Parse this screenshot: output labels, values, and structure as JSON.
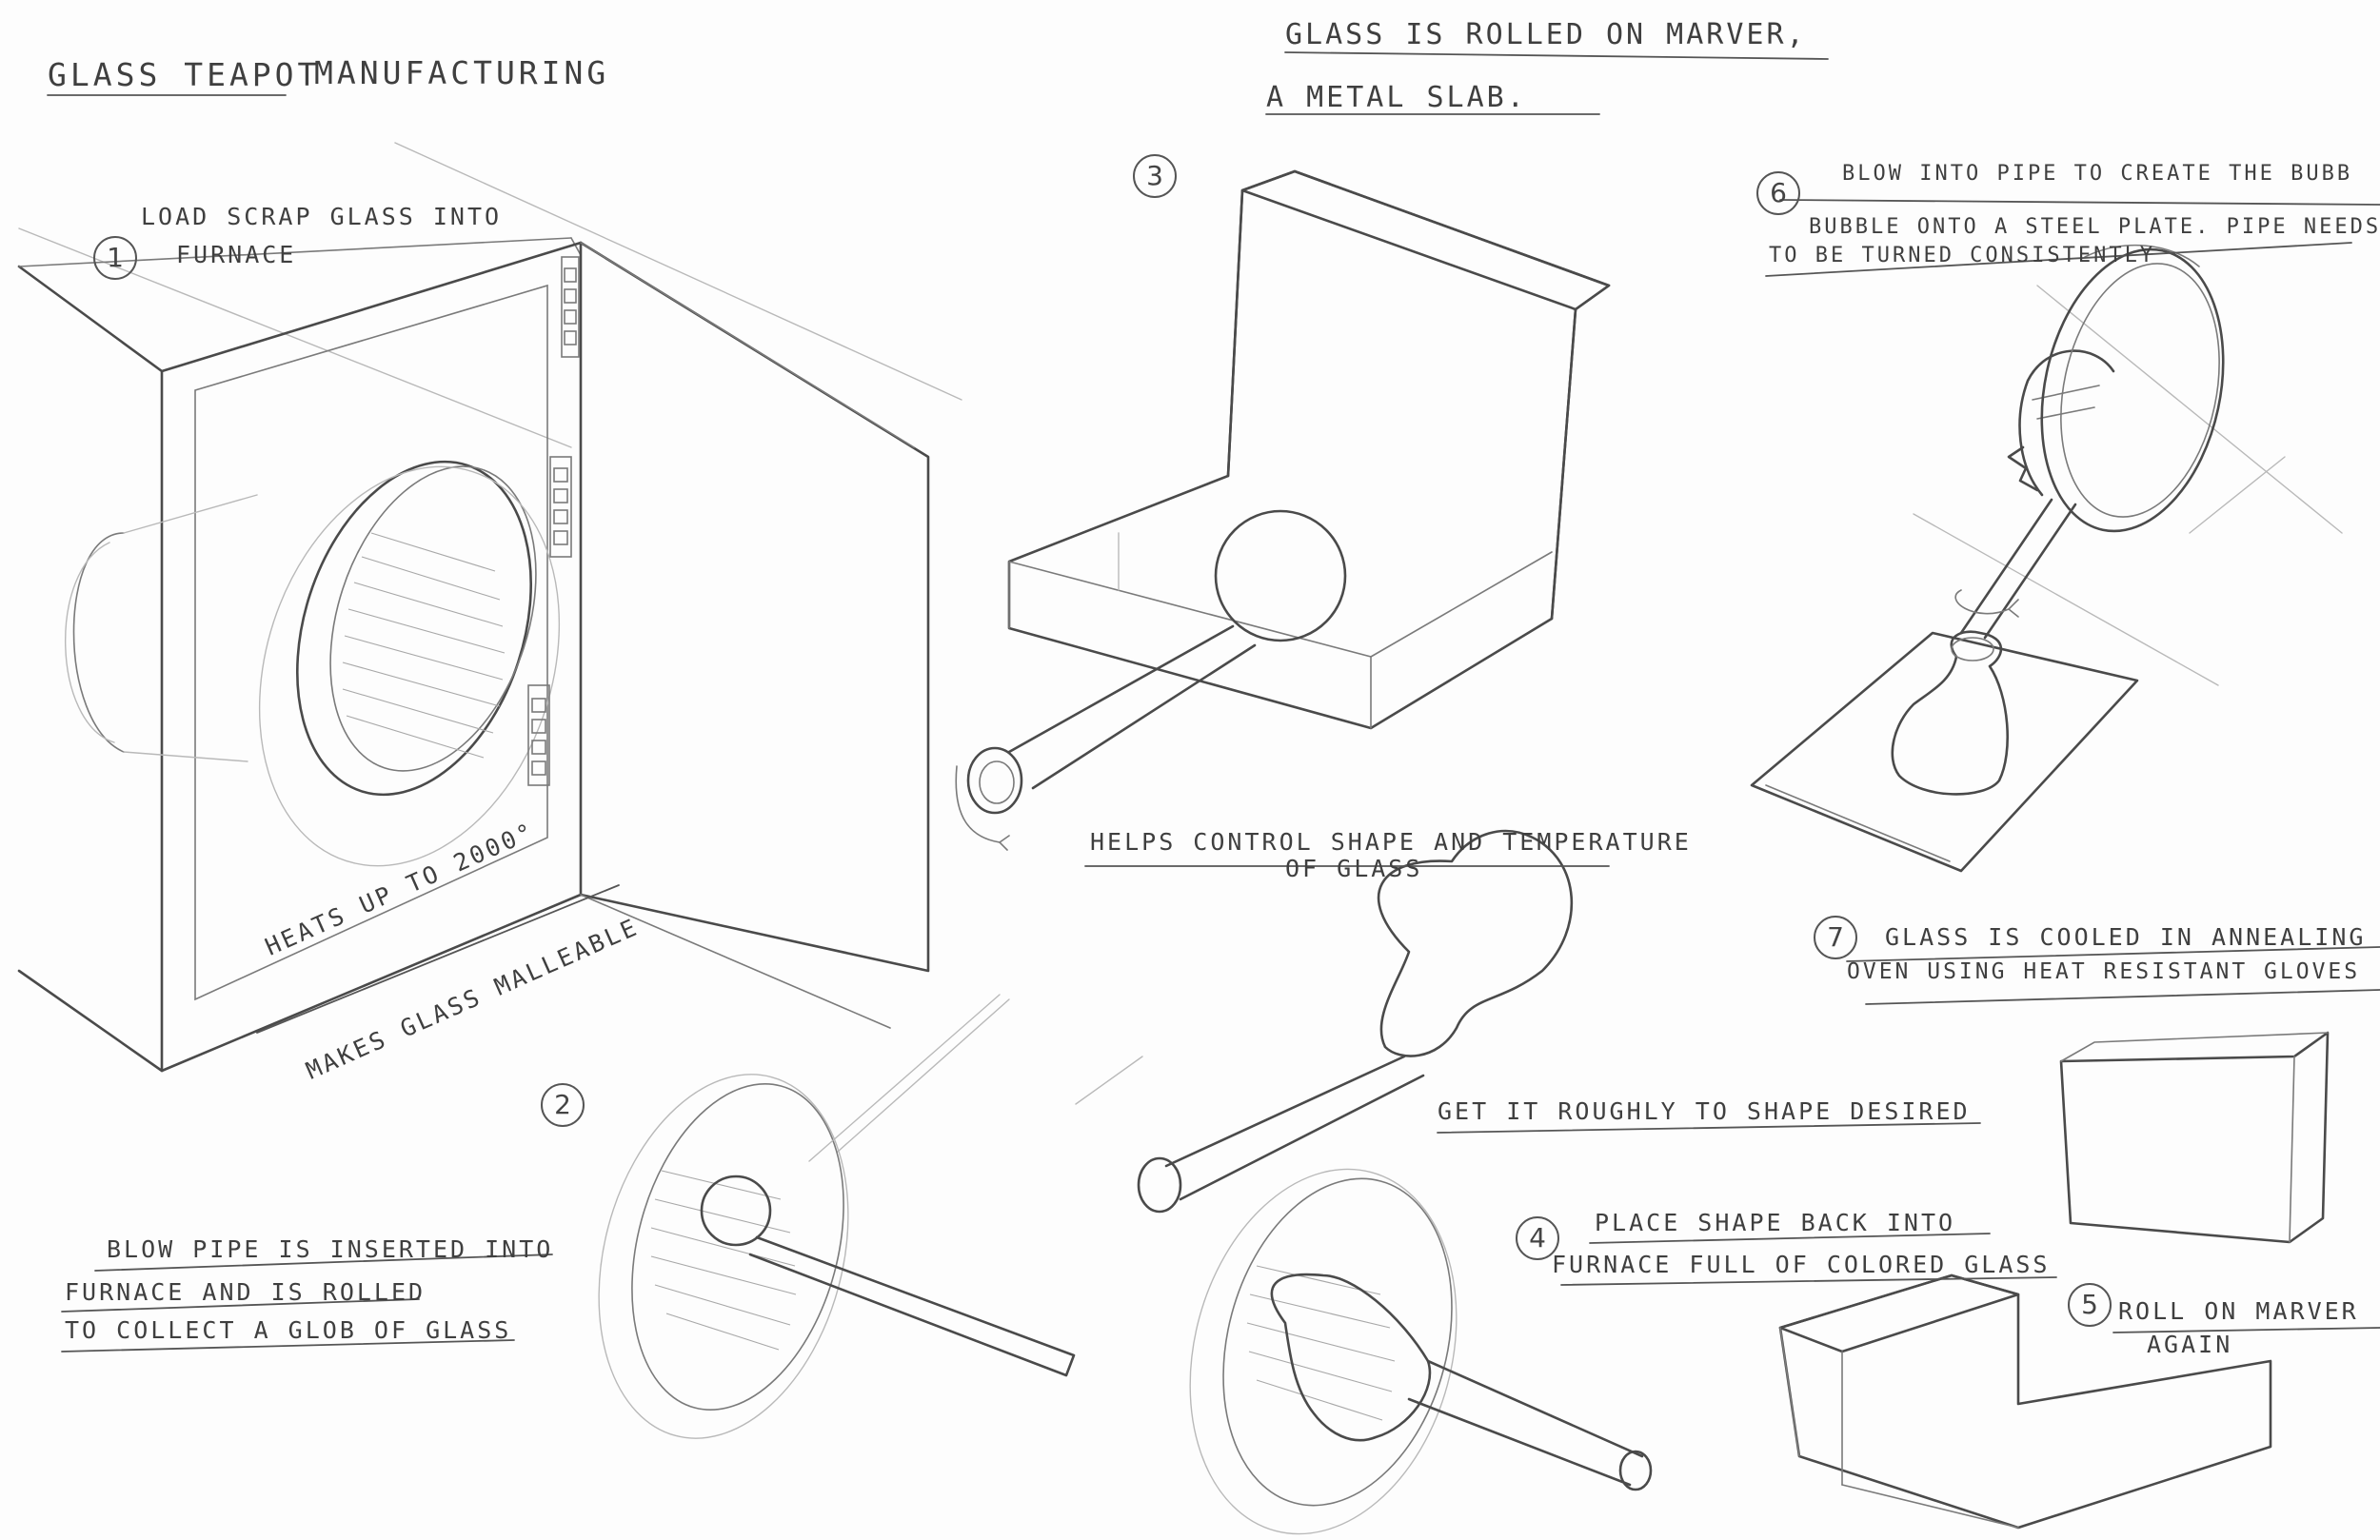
{
  "title": {
    "part1": "GLASS TEAPOT",
    "part2": "MANUFACTURING"
  },
  "header_note": {
    "line1": "GLASS IS ROLLED ON MARVER,",
    "line2": "A METAL SLAB."
  },
  "steps": [
    {
      "number": "1",
      "lines": [
        "LOAD SCRAP GLASS INTO",
        "FURNACE"
      ]
    },
    {
      "number": "2",
      "lines": [
        "BLOW PIPE IS INSERTED INTO",
        "FURNACE AND IS ROLLED",
        "TO COLLECT  A GLOB OF GLASS"
      ]
    },
    {
      "number": "3",
      "lines": []
    },
    {
      "number": "4",
      "lines": [
        "PLACE SHAPE BACK INTO",
        "FURNACE FULL OF COLORED GLASS"
      ]
    },
    {
      "number": "5",
      "lines": [
        "ROLL ON MARVER",
        "AGAIN"
      ]
    },
    {
      "number": "6",
      "lines": [
        "BLOW INTO PIPE  TO CREATE THE BUBB",
        "BUBBLE ONTO A STEEL PLATE. PIPE NEEDS",
        "TO BE TURNED CONSISTENTLY"
      ]
    },
    {
      "number": "7",
      "lines": [
        "GLASS IS COOLED IN ANNEALING",
        "OVEN USING HEAT RESISTANT GLOVES"
      ]
    }
  ],
  "notes": {
    "furnace_heat_1": "HEATS UP TO 2000°",
    "furnace_heat_2": "MAKES GLASS MALLEABLE",
    "marver_help_1": "HELPS CONTROL SHAPE AND TEMPERATURE",
    "marver_help_2": "OF GLASS",
    "rough_shape": "GET IT ROUGHLY TO SHAPE DESIRED"
  }
}
